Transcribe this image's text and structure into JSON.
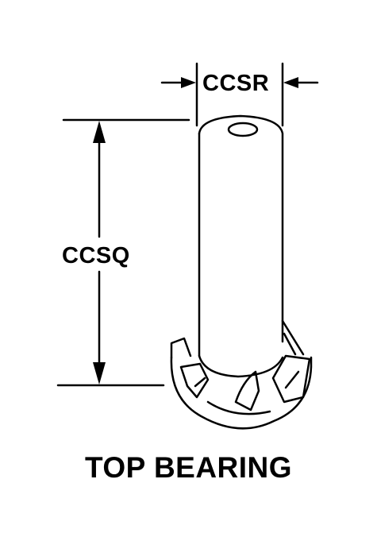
{
  "dimensions": {
    "width_label": "CCSR",
    "length_label": "CCSQ"
  },
  "caption": "TOP BEARING",
  "colors": {
    "line": "#000000",
    "background": "#ffffff"
  }
}
